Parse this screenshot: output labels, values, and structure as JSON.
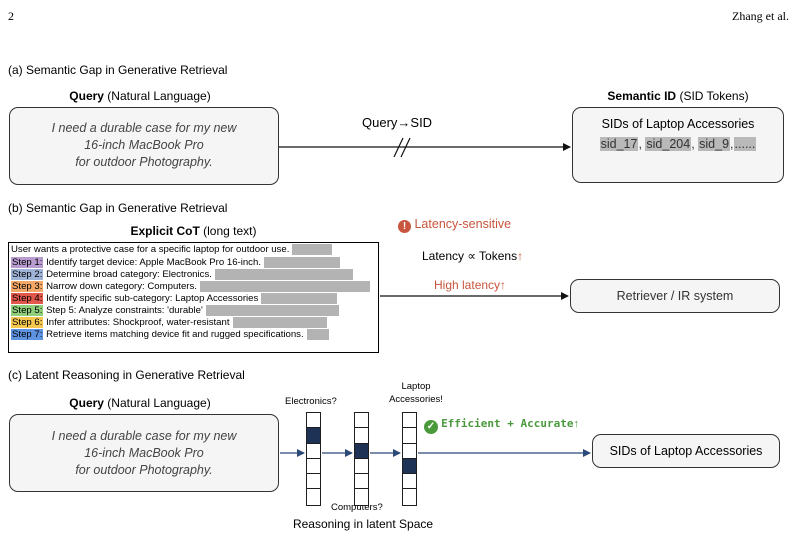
{
  "header": {
    "page_number": "2",
    "authors": "Zhang et al."
  },
  "section_a": {
    "title": "(a) Semantic Gap in Generative Retrieval",
    "query_label_bold": "Query",
    "query_label_rest": " (Natural Language)",
    "query_lines": [
      "I need a durable case for my new",
      "16-inch MacBook Pro",
      "for outdoor Photography."
    ],
    "arrow_label": "Query→SID",
    "sid_label_bold": "Semantic ID",
    "sid_label_rest": " (SID Tokens)",
    "sid_box_title": "SIDs of Laptop Accessories",
    "sid_tokens": [
      "sid_17",
      "sid_204",
      "sid_9",
      "......"
    ]
  },
  "section_b": {
    "title": "(b) Semantic Gap in Generative Retrieval",
    "cot_label_bold": "Explicit CoT",
    "cot_label_rest": " (long text)",
    "cot_intro": "User wants a protective case for a specific laptop for outdoor use.",
    "steps": [
      {
        "tag": "Step 1:",
        "text": " Identify target device: Apple MacBook Pro 16-inch.",
        "color": "#b89ccf"
      },
      {
        "tag": "Step 2:",
        "text": " Determine broad category: Electronics.",
        "color": "#9fb3d6"
      },
      {
        "tag": "Step 3:",
        "text": " Narrow down category: Computers.",
        "color": "#f3a868"
      },
      {
        "tag": "Step 4:",
        "text": " Identify specific sub-category: Laptop Accessories",
        "color": "#e2574c"
      },
      {
        "tag": "Step 5:",
        "text": " Step 5: Analyze constraints: 'durable'",
        "color": "#8fce7a"
      },
      {
        "tag": "Step 6:",
        "text": " Infer attributes: Shockproof, water-resistant",
        "color": "#f5c74e"
      },
      {
        "tag": "Step 7:",
        "text": " Retrieve items matching device fit and rugged specifications.",
        "color": "#5d93e0"
      }
    ],
    "latency_warning": "Latency-sensitive",
    "latency_tokens": "Latency ∝ Tokens",
    "high_latency": "High latency",
    "retriever_label": "Retriever / IR system",
    "colors": {
      "warning": "#c8553d",
      "arrow_up": "#c8553d"
    }
  },
  "section_c": {
    "title": "(c) Latent Reasoning in Generative Retrieval",
    "query_label_bold": "Query",
    "query_label_rest": " (Natural Language)",
    "query_lines": [
      "I need a durable case for my new",
      "16-inch MacBook Pro",
      "for outdoor Photography."
    ],
    "label_electronics": "Electronics?",
    "label_laptop_1": "Laptop",
    "label_laptop_2": "Accessories!",
    "label_computers": "Computers?",
    "efficient_label": "Efficient + Accurate",
    "result_prefix": "SIDs of ",
    "result_bold": "Laptop Accessories",
    "caption": "Reasoning in latent Space",
    "colors": {
      "efficient": "#4a9a3c",
      "latent_cell": "#1d3254",
      "arrow": "#2b4a7a"
    }
  }
}
